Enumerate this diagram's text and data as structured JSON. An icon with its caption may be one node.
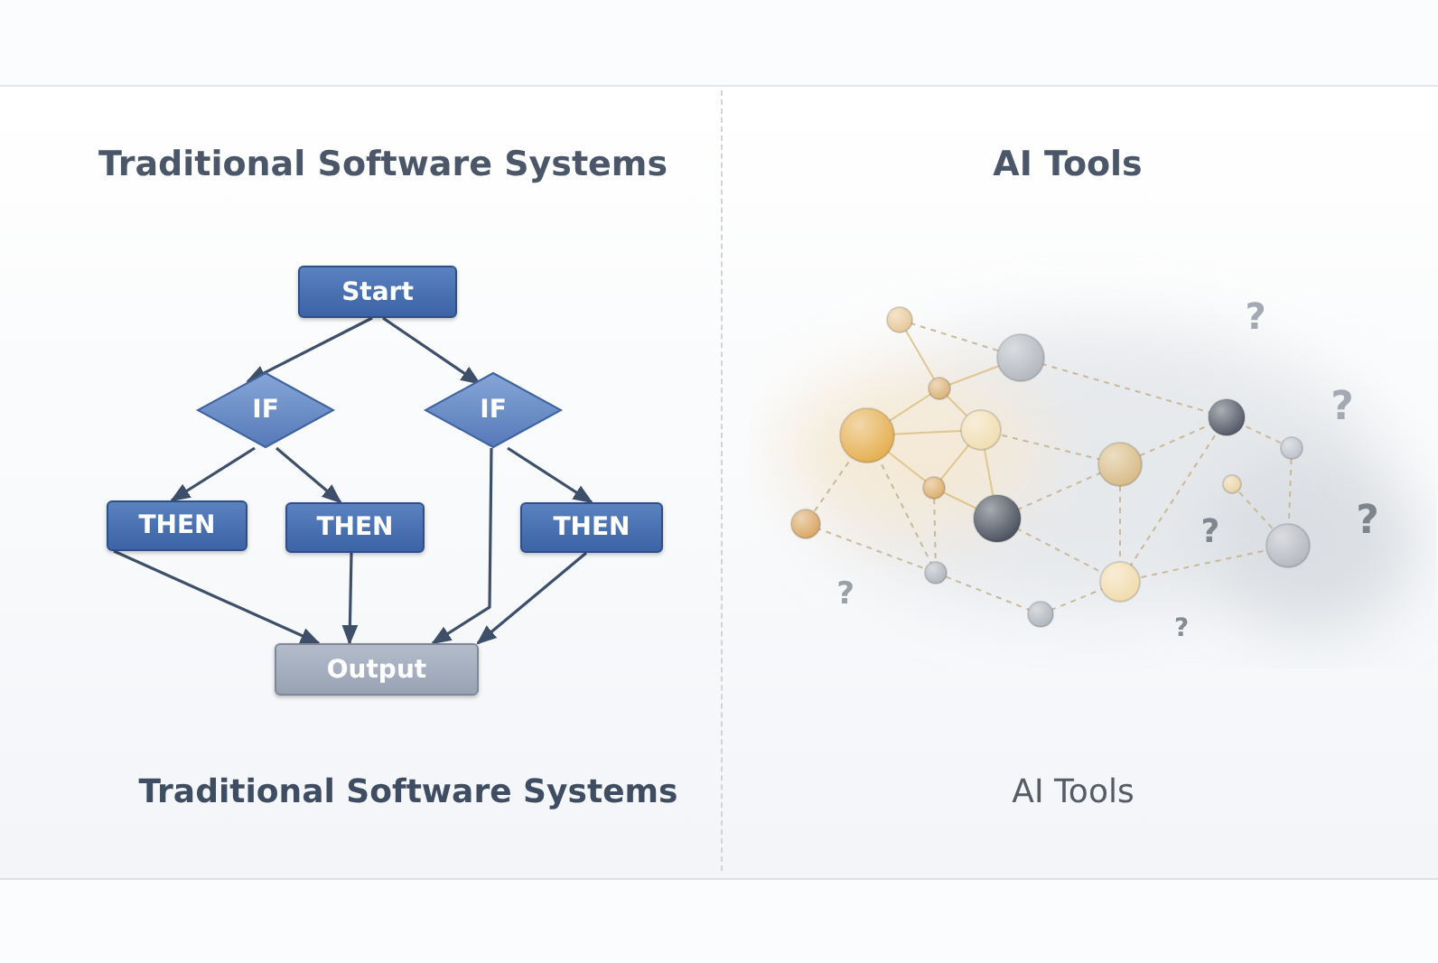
{
  "diagram": {
    "nodes": [
      {
        "text": [
          "Start"
        ]
      },
      {
        "text": [
          "IF"
        ]
      },
      {
        "text": [
          "IF"
        ]
      },
      {
        "text": [
          "THEN"
        ]
      },
      {
        "text": [
          "THEN"
        ]
      },
      {
        "text": [
          "THEN"
        ]
      },
      {
        "text": [
          "Output"
        ]
      }
    ],
    "edges": [
      {
        "from": 0,
        "to": 1,
        "arrow": "to"
      },
      {
        "from": 0,
        "to": 2,
        "arrow": "to"
      },
      {
        "from": 1,
        "to": 3,
        "arrow": "to"
      },
      {
        "from": 1,
        "to": 4,
        "arrow": "to"
      },
      {
        "from": 2,
        "to": 5,
        "arrow": "to"
      },
      {
        "from": 2,
        "to": 6,
        "arrow": "to"
      },
      {
        "from": 3,
        "to": 6,
        "arrow": "to"
      },
      {
        "from": 4,
        "to": 6,
        "arrow": "to"
      },
      {
        "from": 5,
        "to": 6,
        "arrow": "to"
      }
    ],
    "labels": [
      "Traditional Software Systems",
      "AI Tools",
      "?",
      "?",
      "?",
      "?",
      "?",
      "?",
      "Traditional Software Systems",
      "AI Tools"
    ]
  }
}
